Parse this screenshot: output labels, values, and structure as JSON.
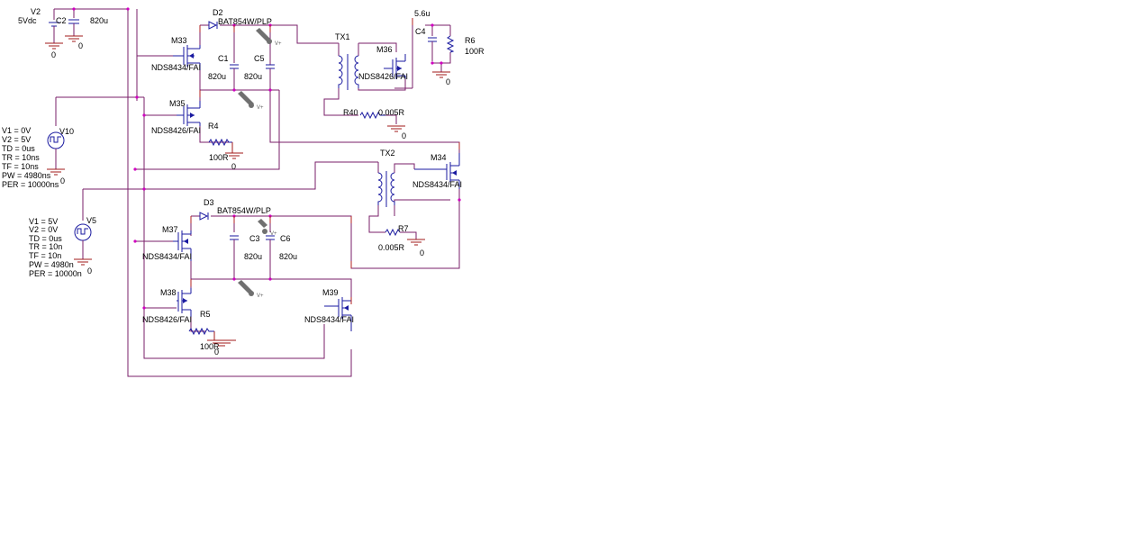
{
  "colors": {
    "wire": "#7a1f6a",
    "pin": "#b02020",
    "part": "#1a1aa0",
    "junction": "#d000c0",
    "probe": "#707070"
  },
  "sources": {
    "v2": {
      "ref": "V2",
      "value": "5Vdc"
    },
    "v10": {
      "ref": "V10",
      "params": [
        "V1 = 0V",
        "V2 = 5V",
        "TD = 0us",
        "TR = 10ns",
        "TF = 10ns",
        "PW = 4980ns",
        "PER = 10000ns"
      ]
    },
    "v5": {
      "ref": "V5",
      "params": [
        "V1 = 5V",
        "V2 = 0V",
        "TD = 0us",
        "TR = 10n",
        "TF = 10n",
        "PW = 4980n",
        "PER = 10000n"
      ]
    }
  },
  "capacitors": {
    "c2": {
      "ref": "C2",
      "value": "820u"
    },
    "c1": {
      "ref": "C1",
      "value": "820u"
    },
    "c5": {
      "ref": "C5",
      "value": "820u"
    },
    "c3": {
      "ref": "C3",
      "value": "820u"
    },
    "c6": {
      "ref": "C6",
      "value": "820u"
    },
    "c4": {
      "ref": "C4",
      "value": "5.6u"
    }
  },
  "resistors": {
    "r4": {
      "ref": "R4",
      "value": "100R"
    },
    "r5": {
      "ref": "R5",
      "value": "100R"
    },
    "r6": {
      "ref": "R6",
      "value": "100R"
    },
    "r40": {
      "ref": "R40",
      "value": "0.005R"
    },
    "r7": {
      "ref": "R7",
      "value": "0.005R"
    }
  },
  "diodes": {
    "d2": {
      "ref": "D2",
      "part": "BAT854W/PLP"
    },
    "d3": {
      "ref": "D3",
      "part": "BAT854W/PLP"
    }
  },
  "transistors": {
    "m33": {
      "ref": "M33",
      "part": "NDS8434/FAI"
    },
    "m35": {
      "ref": "M35",
      "part": "NDS8426/FAI"
    },
    "m36": {
      "ref": "M36",
      "part": "NDS8426/FAI"
    },
    "m34": {
      "ref": "M34",
      "part": "NDS8434/FAI"
    },
    "m37": {
      "ref": "M37",
      "part": "NDS8434/FAI"
    },
    "m38": {
      "ref": "M38",
      "part": "NDS8426/FAI"
    },
    "m39": {
      "ref": "M39",
      "part": "NDS8434/FAI"
    }
  },
  "transformers": {
    "tx1": {
      "ref": "TX1"
    },
    "tx2": {
      "ref": "TX2"
    }
  },
  "grounds": {
    "label": "0"
  },
  "probes": {
    "label": "V+"
  }
}
